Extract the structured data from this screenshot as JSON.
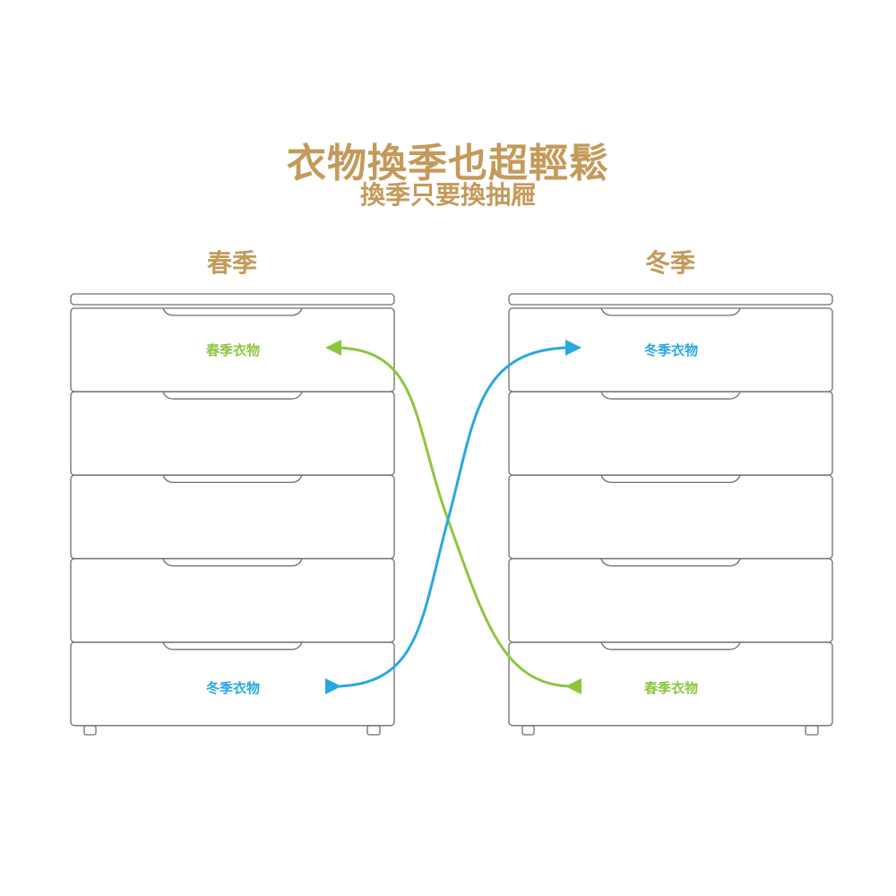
{
  "title": "衣物換季也超輕鬆",
  "subtitle": "換季只要換抽屜",
  "left_cabinet": {
    "season": "春季",
    "top_drawer_label": "春季衣物",
    "bottom_drawer_label": "冬季衣物"
  },
  "right_cabinet": {
    "season": "冬季",
    "top_drawer_label": "冬季衣物",
    "bottom_drawer_label": "春季衣物"
  },
  "colors": {
    "title": "#c49a5a",
    "spring": "#8cc63f",
    "winter": "#29a8e0",
    "outline": "#6d6d6d"
  }
}
